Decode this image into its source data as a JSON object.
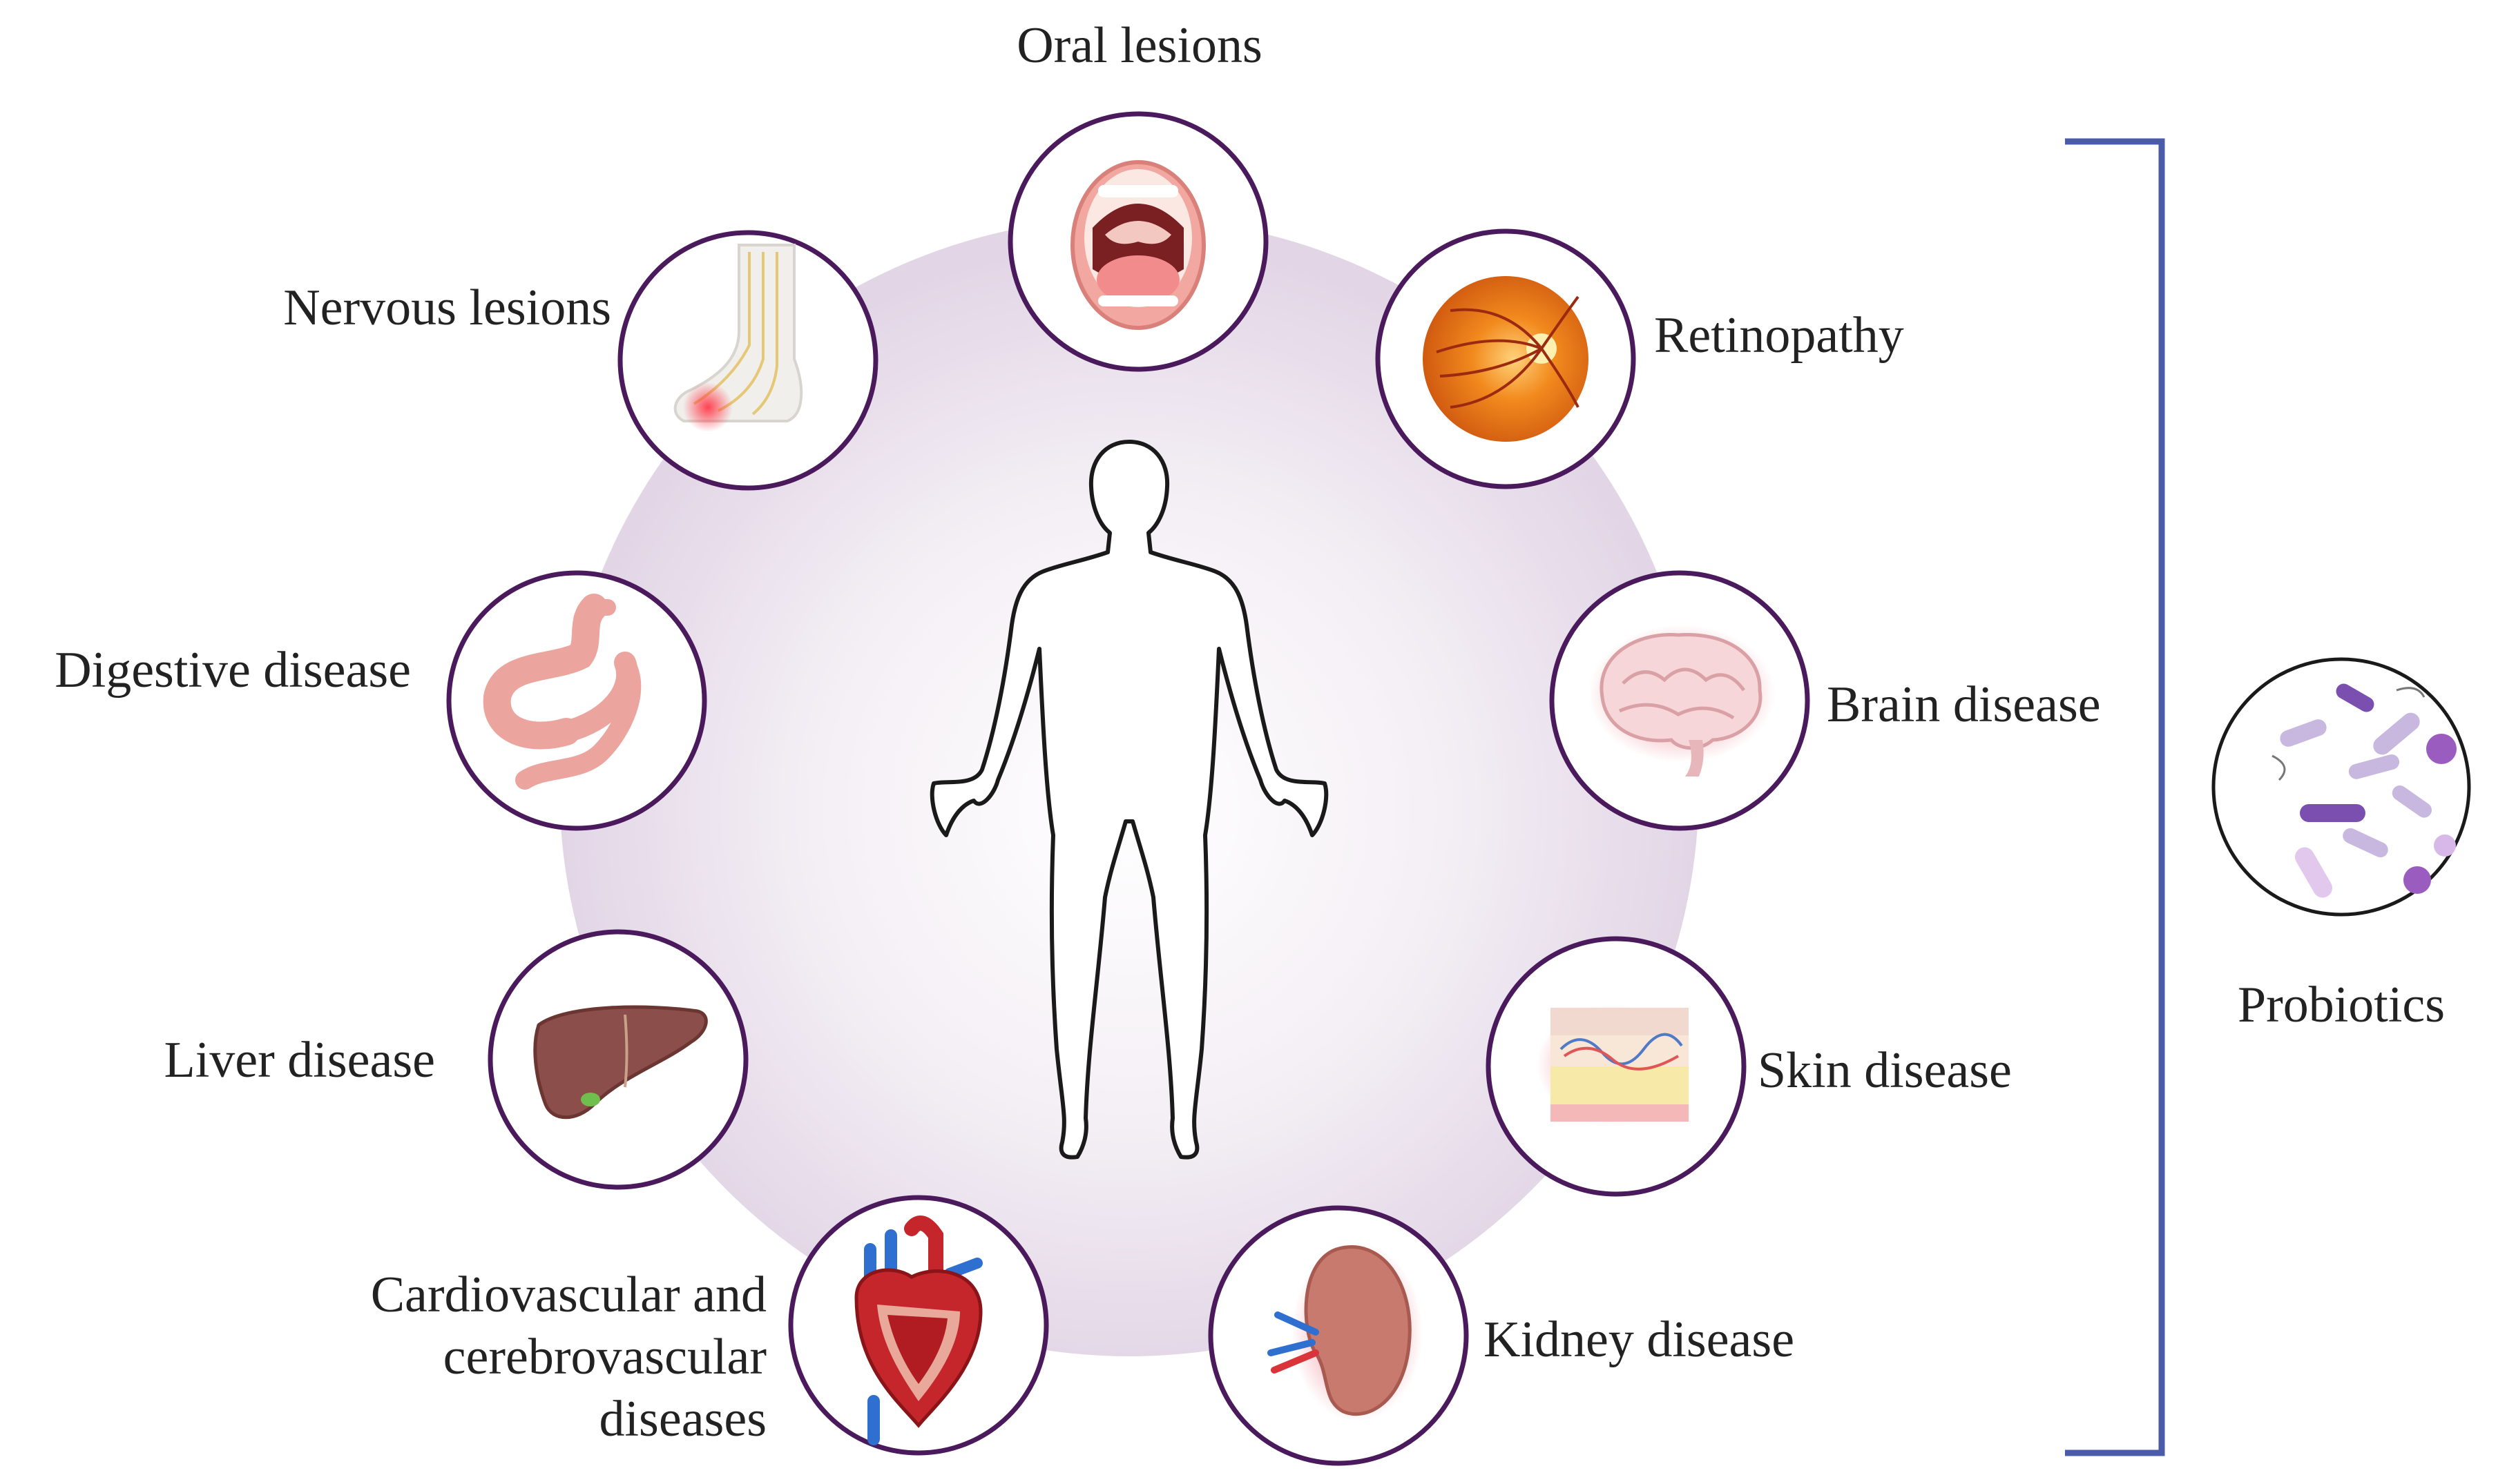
{
  "center": {
    "figure": "human-body-outline"
  },
  "conditions": [
    {
      "id": "oral",
      "label": "Oral lesions",
      "icon": "open-mouth-icon"
    },
    {
      "id": "retinopathy",
      "label": "Retinopathy",
      "icon": "retina-icon"
    },
    {
      "id": "brain",
      "label": "Brain disease",
      "icon": "brain-icon"
    },
    {
      "id": "skin",
      "label": "Skin disease",
      "icon": "skin-layers-icon"
    },
    {
      "id": "kidney",
      "label": "Kidney disease",
      "icon": "kidney-icon"
    },
    {
      "id": "cardio",
      "label_lines": [
        "Cardiovascular and",
        "cerebrovascular",
        "diseases"
      ],
      "icon": "heart-icon"
    },
    {
      "id": "liver",
      "label": "Liver disease",
      "icon": "liver-icon"
    },
    {
      "id": "digestive",
      "label": "Digestive disease",
      "icon": "stomach-intestine-icon"
    },
    {
      "id": "nervous",
      "label": "Nervous lesions",
      "icon": "foot-nerves-icon"
    }
  ],
  "probiotics": {
    "label": "Probiotics",
    "icon": "bacteria-icon"
  },
  "colors": {
    "ring_stroke": "#4a1a5c",
    "bracket": "#4a5ca8",
    "background_disc_center": "#ffffff",
    "background_disc_edge": "#e2d6e6",
    "text": "#222222"
  }
}
